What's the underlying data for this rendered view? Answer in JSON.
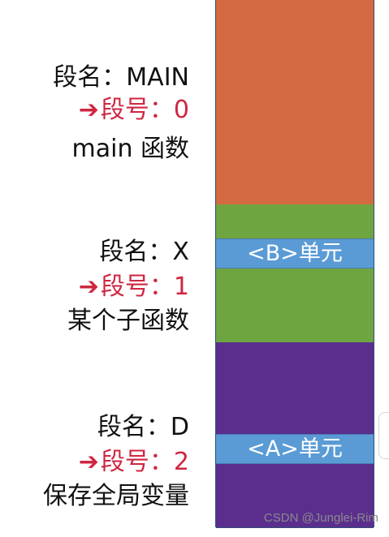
{
  "colors": {
    "main_segment": "#d46a42",
    "x_segment": "#6fa541",
    "d_segment": "#5b2e8e",
    "unit_cell": "#5a9bd5",
    "segment_number_text": "#cf2640",
    "border": "#2f4f7a"
  },
  "segments": [
    {
      "name_label": "段名：MAIN",
      "arrow": "➔",
      "number_label": "段号：0",
      "desc_label": "main 函数"
    },
    {
      "name_label": "段名：X",
      "arrow": "➔",
      "number_label": "段号：1",
      "desc_label": "某个子函数",
      "unit_label": "<B>单元"
    },
    {
      "name_label": "段名：D",
      "arrow": "➔",
      "number_label": "段号：2",
      "desc_label": "保存全局变量",
      "unit_label": "<A>单元"
    }
  ],
  "watermark": "CSDN @Junglei-Rim"
}
